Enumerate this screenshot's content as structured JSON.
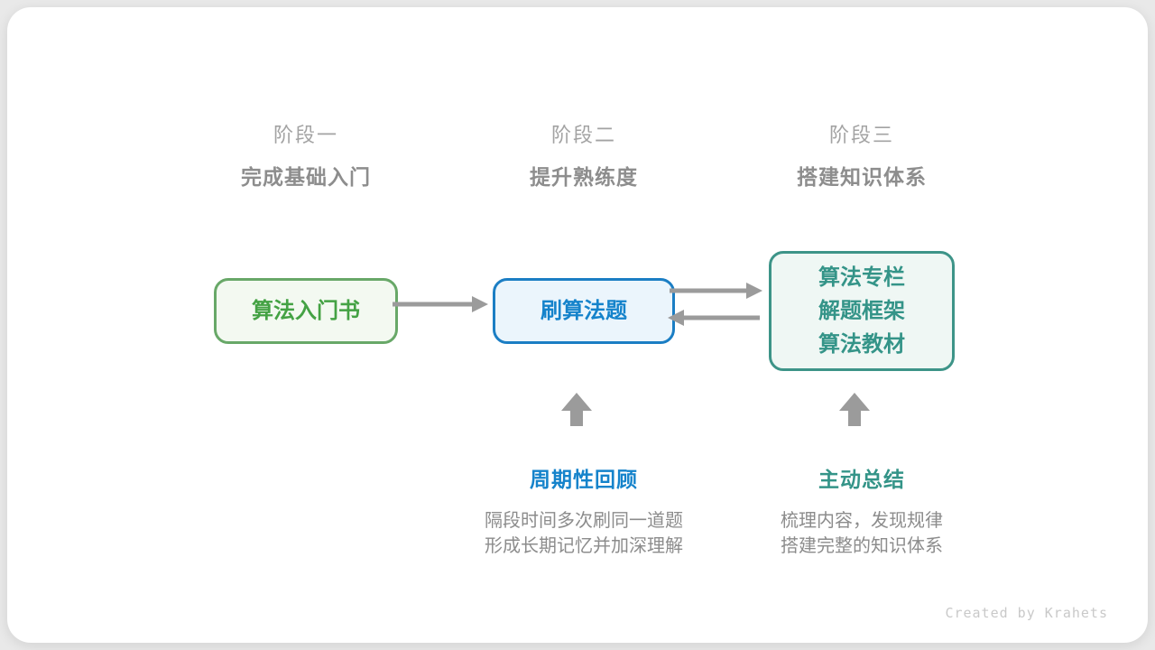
{
  "watermark": "Created by Krahets",
  "stages": [
    {
      "label": "阶段一",
      "subtitle": "完成基础入门"
    },
    {
      "label": "阶段二",
      "subtitle": "提升熟练度"
    },
    {
      "label": "阶段三",
      "subtitle": "搭建知识体系"
    }
  ],
  "nodes": [
    {
      "id": "intro-book",
      "lines": [
        "算法入门书"
      ],
      "theme": "green"
    },
    {
      "id": "practice-problems",
      "lines": [
        "刷算法题"
      ],
      "theme": "blue"
    },
    {
      "id": "knowledge-sources",
      "lines": [
        "算法专栏",
        "解题框架",
        "算法教材"
      ],
      "theme": "teal"
    }
  ],
  "edges": [
    {
      "from": "intro-book",
      "to": "practice-problems",
      "direction": "right"
    },
    {
      "from": "practice-problems",
      "to": "knowledge-sources",
      "direction": "right"
    },
    {
      "from": "knowledge-sources",
      "to": "practice-problems",
      "direction": "left"
    },
    {
      "type": "up-arrow",
      "target": "practice-problems",
      "annotation": "周期性回顾"
    },
    {
      "type": "up-arrow",
      "target": "knowledge-sources",
      "annotation": "主动总结"
    }
  ],
  "annotations": [
    {
      "title": "周期性回顾",
      "desc_lines": [
        "隔段时间多次刷同一道题",
        "形成长期记忆并加深理解"
      ]
    },
    {
      "title": "主动总结",
      "desc_lines": [
        "梳理内容，发现规律",
        "搭建完整的知识体系"
      ]
    }
  ],
  "colors": {
    "background": "#E9E9E9",
    "card": "#FFFFFF",
    "arrow": "#9B9B9B",
    "stage_label": "#A3A3A3",
    "stage_subtitle": "#8D8D8D",
    "description": "#8C8C8C",
    "watermark": "#C9C9C9",
    "green_border": "#68A868",
    "green_fill": "#F3F9F1",
    "green_text": "#44A244",
    "blue_border": "#1B7EC4",
    "blue_fill": "#EBF5FC",
    "blue_text": "#1583CB",
    "teal_border": "#3D9488",
    "teal_fill": "#EFF7F4",
    "teal_text": "#349488"
  }
}
